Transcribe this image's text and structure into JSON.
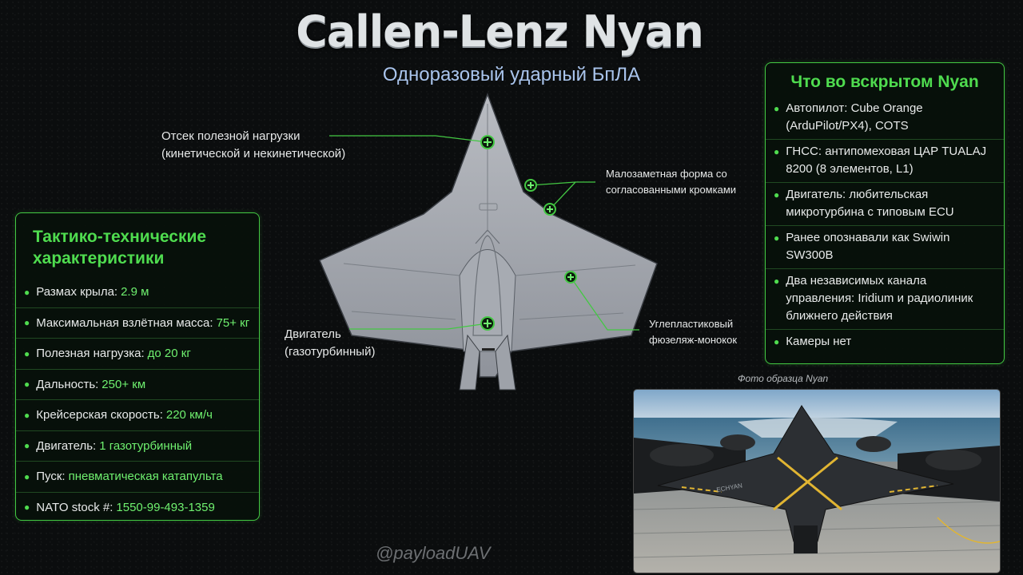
{
  "header": {
    "title": "Callen-Lenz Nyan",
    "subtitle": "Одноразовый ударный БпЛА"
  },
  "specs": {
    "title": "Тактико-технические характеристики",
    "items": [
      {
        "label": "Размах крыла:",
        "value": "2.9 м"
      },
      {
        "label": "Максимальная взлётная масса:",
        "value": "75+ кг"
      },
      {
        "label": "Полезная нагрузка:",
        "value": "до 20 кг"
      },
      {
        "label": "Дальность:",
        "value": "250+ км"
      },
      {
        "label": "Крейсерская скорость:",
        "value": "220 км/ч"
      },
      {
        "label": "Двигатель:",
        "value": "1 газотурбинный"
      },
      {
        "label": "Пуск:",
        "value": "пневматическая катапульта"
      },
      {
        "label": "NATO stock #:",
        "value": "1550-99-493-1359"
      }
    ]
  },
  "teardown": {
    "title": "Что во вскрытом Nyan",
    "items": [
      "Автопилот: Cube Orange (ArduPilot/PX4), COTS",
      "ГНСС: антипомеховая ЦАР TUALAJ 8200 (8 элементов, L1)",
      "Двигатель: любительская микротурбина с типовым ECU",
      "Ранее опознавали как Swiwin SW300B",
      "Два независимых канала управления: Iridium и радиолиник ближнего действия",
      "Камеры нет"
    ]
  },
  "callouts": {
    "payload_bay": "Отсек полезной нагрузки (кинетической и некинетической)",
    "stealth_shape": "Малозаметная форма со согласованными кромками",
    "engine": "Двигатель (газотурбинный)",
    "fuselage": "Углепластиковый фюзеляж-монокок"
  },
  "photo": {
    "caption": "Фото образца Nyan",
    "airframe_marking": "ECHYAN"
  },
  "watermark": "@payloadUAV",
  "colors": {
    "accent_green": "#4fdc4f",
    "value_green": "#6ff06f",
    "subtitle_blue": "#a9c4ec",
    "background": "#0b0d0e"
  }
}
